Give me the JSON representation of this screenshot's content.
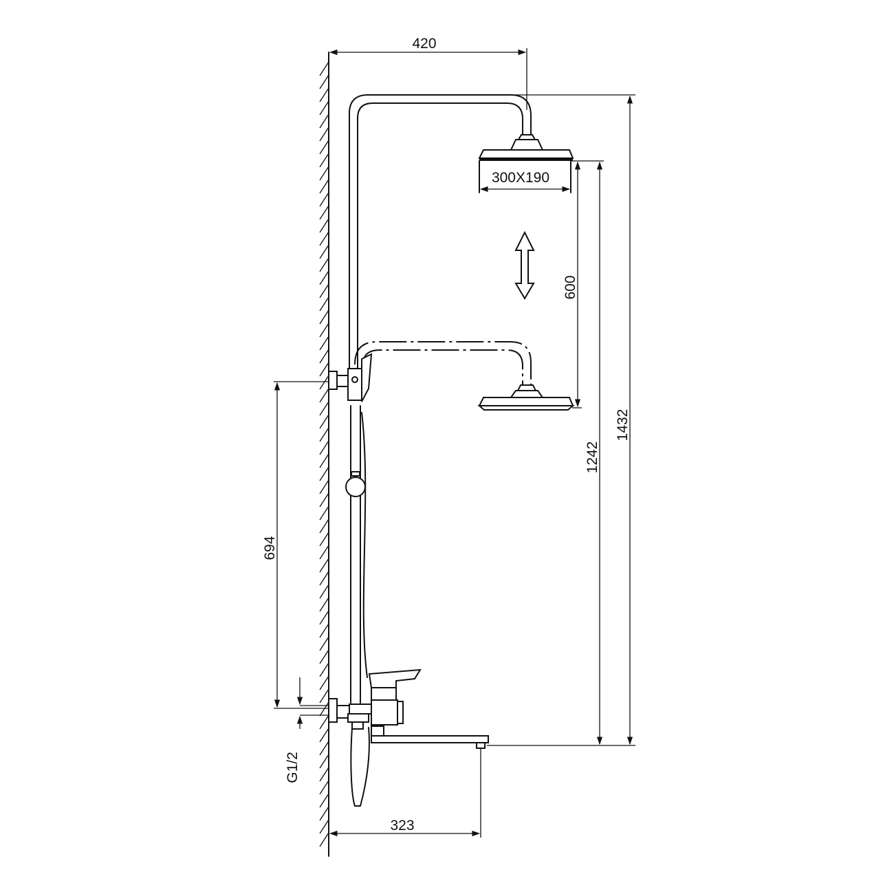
{
  "dimensions": {
    "overall_width": "420",
    "overall_height": "1432",
    "spout_height": "1242",
    "adjustment_range": "600",
    "shower_head_size": "300X190",
    "connection_height": "694",
    "thread_size": "G1/2",
    "spout_reach": "323"
  },
  "colors": {
    "line": "#111111",
    "background": "#ffffff"
  }
}
